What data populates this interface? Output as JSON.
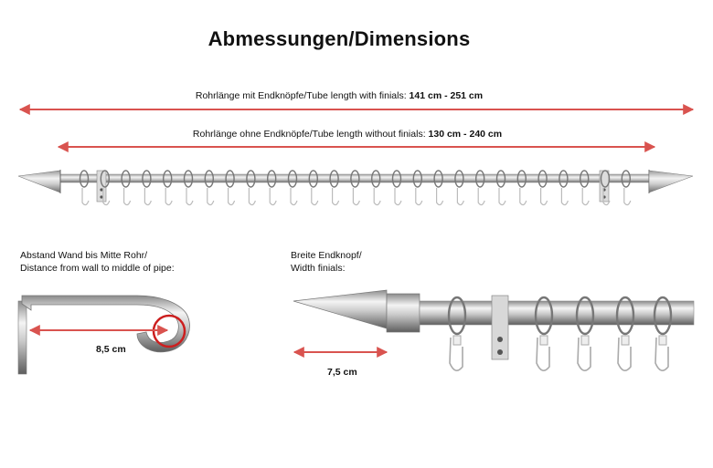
{
  "title": "Abmessungen/Dimensions",
  "dimensions": {
    "with_finials": {
      "label": "Rohrlänge mit Endknöpfe/Tube length with finials:",
      "value": "141 cm - 251 cm"
    },
    "without_finials": {
      "label": "Rohrlänge ohne Endknöpfe/Tube length without finials:",
      "value": "130 cm - 240 cm"
    }
  },
  "wall_distance": {
    "caption_line1": "Abstand Wand bis Mitte Rohr/",
    "caption_line2": "Distance from wall to middle of pipe:",
    "value": "8,5 cm"
  },
  "finial_width": {
    "caption_line1": "Breite Endknopf/",
    "caption_line2": "Width finials:",
    "value": "7,5 cm"
  },
  "colors": {
    "arrow": "#d9534f",
    "metal_dark": "#6e6e6e",
    "metal_light": "#e6e6e6"
  }
}
